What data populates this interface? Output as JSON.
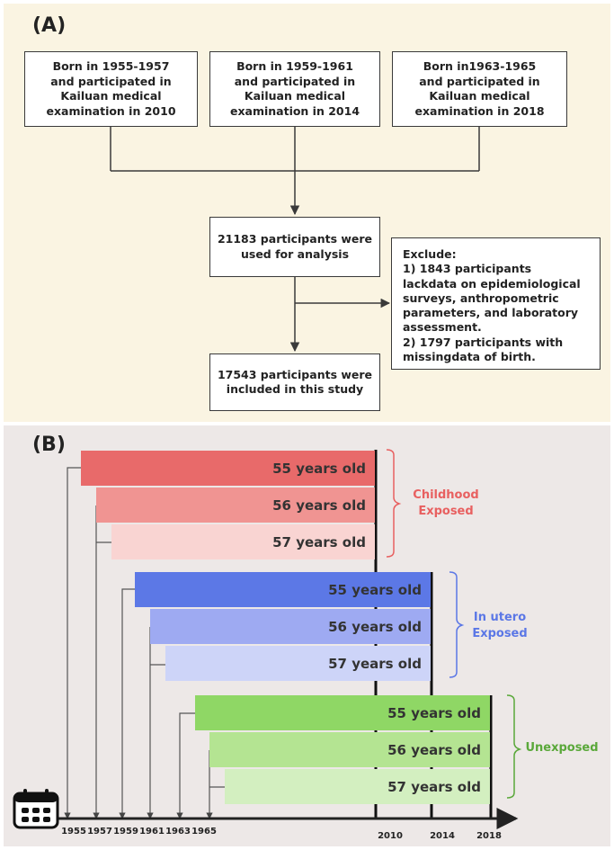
{
  "panel_a": {
    "label": "(A)",
    "cohort_boxes": [
      {
        "text": "Born in 1955-1957\nand participated in\nKailuan medical\nexamination in 2010"
      },
      {
        "text": "Born in 1959-1961\nand participated in\nKailuan medical\nexamination in 2014"
      },
      {
        "text": "Born in1963-1965\nand participated in\nKailuan medical\nexamination in 2018"
      }
    ],
    "analysis_box": "21183 participants were\nused for analysis",
    "exclude_box": "Exclude:\n1) 1843 participants\nlackdata on epidemiological\nsurveys, anthropometric\nparameters, and laboratory\nassessment.\n2) 1797 participants with\nmissingdata of birth.",
    "included_box": "17543 participants were\nincluded in this study"
  },
  "panel_b": {
    "label": "(B)",
    "groups": [
      {
        "name": "Childhood\nExposed",
        "color": "#e86060",
        "bars": [
          {
            "label": "55 years old",
            "color": "#e86a6a"
          },
          {
            "label": "56 years old",
            "color": "#f09492"
          },
          {
            "label": "57 years old",
            "color": "#f9d4d2"
          }
        ]
      },
      {
        "name": "In utero\nExposed",
        "color": "#5b77e6",
        "bars": [
          {
            "label": "55 years old",
            "color": "#5c78e6"
          },
          {
            "label": "56 years old",
            "color": "#9eaaf2"
          },
          {
            "label": "57 years old",
            "color": "#cdd4f8"
          }
        ]
      },
      {
        "name": "Unexposed",
        "color": "#5aa83a",
        "bars": [
          {
            "label": "55 years old",
            "color": "#8fd765"
          },
          {
            "label": "56 years old",
            "color": "#b4e492"
          },
          {
            "label": "57 years old",
            "color": "#d3efc0"
          }
        ]
      }
    ],
    "birth_years": [
      "1955",
      "1957",
      "1959",
      "1961",
      "1963",
      "1965"
    ],
    "exam_years": [
      "2010",
      "2014",
      "2018"
    ],
    "calendar_icon": "calendar-icon"
  }
}
